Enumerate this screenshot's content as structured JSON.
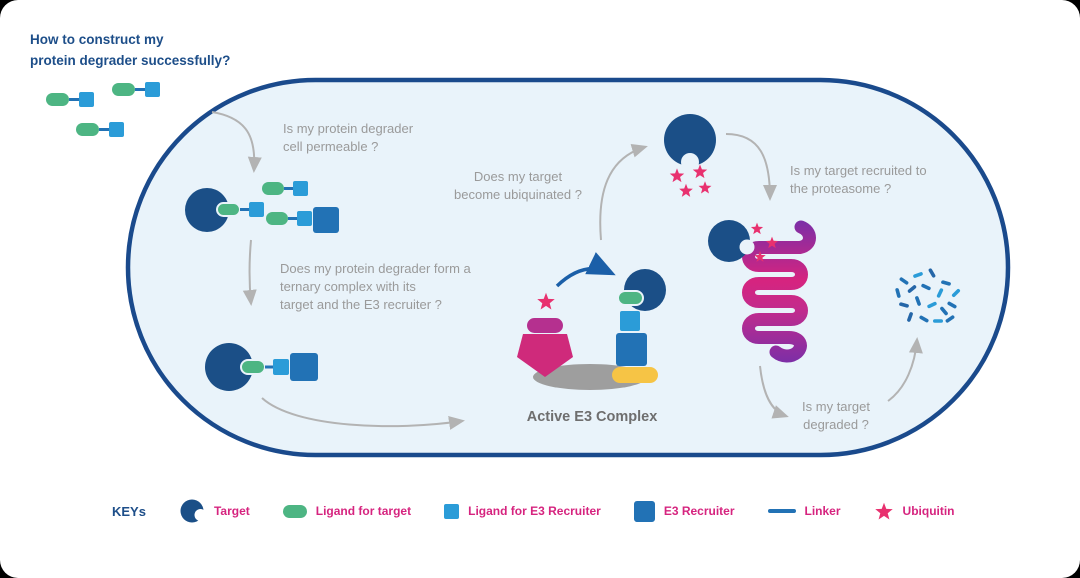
{
  "title": "How to construct my\nprotein degrader successfully?",
  "steps": {
    "q_permeable": "Is my protein degrader\ncell permeable ?",
    "q_ternary": "Does my protein degrader form a\nternary complex with its\ntarget and the E3 recruiter ?",
    "q_ubiquitinated": "Does my target\nbecome ubiquinated ?",
    "q_recruited": "Is my target recruited to\nthe proteasome ?",
    "q_degraded": "Is my target\ndegraded ?",
    "active_complex_label": "Active E3 Complex"
  },
  "legend": {
    "title": "KEYs",
    "items": [
      {
        "name": "target",
        "label": "Target"
      },
      {
        "name": "ligand-for-target",
        "label": "Ligand for target"
      },
      {
        "name": "ligand-for-e3-recruiter",
        "label": "Ligand for E3 Recruiter"
      },
      {
        "name": "e3-recruiter",
        "label": "E3 Recruiter"
      },
      {
        "name": "linker",
        "label": "Linker"
      },
      {
        "name": "ubiquitin",
        "label": "Ubiquitin"
      }
    ]
  },
  "colors": {
    "cell_border": "#1a4a8c",
    "cell_fill": "#e9f3fa",
    "target": "#1b4f87",
    "ligand_target": "#4db583",
    "ligand_e3": "#2b9cd8",
    "e3_recruiter": "#2272b5",
    "linker": "#2272b5",
    "ubiquitin": "#e8316f",
    "e3_ligase": "#cf2a7b",
    "proteasome_purple": "#7d2ea6",
    "proteasome_magenta": "#d6247f",
    "legend_label": "#d6247f",
    "question_text": "#9a9a9a",
    "title_text": "#1d4e89",
    "arrow": "#b3b3b3"
  }
}
